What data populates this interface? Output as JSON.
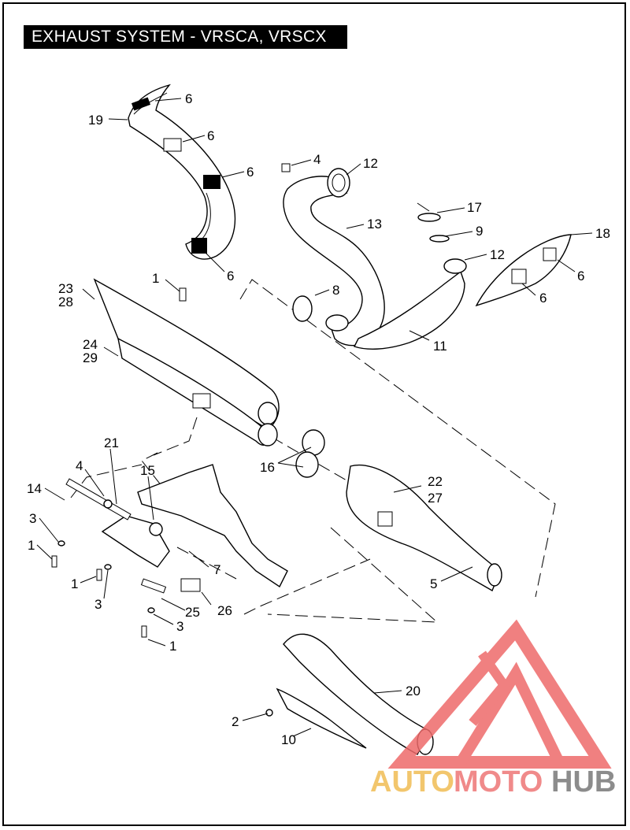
{
  "title": "EXHAUST SYSTEM - VRSCA, VRSCX",
  "callouts": [
    {
      "id": "c6a",
      "text": "6"
    },
    {
      "id": "c19",
      "text": "19"
    },
    {
      "id": "c6b",
      "text": "6"
    },
    {
      "id": "c6c",
      "text": "6"
    },
    {
      "id": "c6d",
      "text": "6"
    },
    {
      "id": "c4a",
      "text": "4"
    },
    {
      "id": "c12a",
      "text": "12"
    },
    {
      "id": "c13",
      "text": "13"
    },
    {
      "id": "c17",
      "text": "17"
    },
    {
      "id": "c9",
      "text": "9"
    },
    {
      "id": "c18",
      "text": "18"
    },
    {
      "id": "c12b",
      "text": "12"
    },
    {
      "id": "c6e",
      "text": "6"
    },
    {
      "id": "c6f",
      "text": "6"
    },
    {
      "id": "c1a",
      "text": "1"
    },
    {
      "id": "c23",
      "text": "23"
    },
    {
      "id": "c28",
      "text": "28"
    },
    {
      "id": "c8",
      "text": "8"
    },
    {
      "id": "c11",
      "text": "11"
    },
    {
      "id": "c24",
      "text": "24"
    },
    {
      "id": "c29",
      "text": "29"
    },
    {
      "id": "c21",
      "text": "21"
    },
    {
      "id": "c16",
      "text": "16"
    },
    {
      "id": "c22",
      "text": "22"
    },
    {
      "id": "c27",
      "text": "27"
    },
    {
      "id": "c4b",
      "text": "4"
    },
    {
      "id": "c15",
      "text": "15"
    },
    {
      "id": "c14",
      "text": "14"
    },
    {
      "id": "c3a",
      "text": "3"
    },
    {
      "id": "c1b",
      "text": "1"
    },
    {
      "id": "c7",
      "text": "7"
    },
    {
      "id": "c5",
      "text": "5"
    },
    {
      "id": "c1c",
      "text": "1"
    },
    {
      "id": "c3b",
      "text": "3"
    },
    {
      "id": "c25",
      "text": "25"
    },
    {
      "id": "c26",
      "text": "26"
    },
    {
      "id": "c3c",
      "text": "3"
    },
    {
      "id": "c1d",
      "text": "1"
    },
    {
      "id": "c20",
      "text": "20"
    },
    {
      "id": "c2",
      "text": "2"
    },
    {
      "id": "c10",
      "text": "10"
    }
  ],
  "watermark": {
    "part1": "AUTO",
    "part2": "MOTO",
    "part3": "HUB",
    "colors": {
      "auto": "#f2c66d",
      "moto": "#f08a8a",
      "hub": "#8c8c8c",
      "logo": "#ee6a6a"
    }
  }
}
